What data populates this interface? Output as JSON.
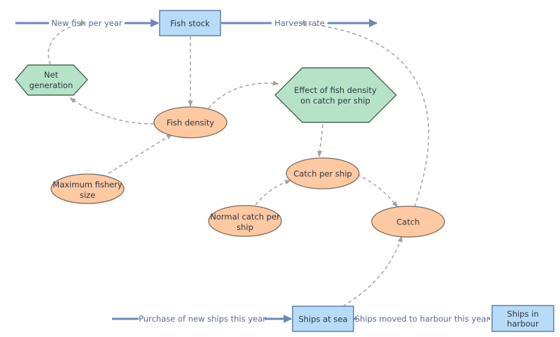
{
  "nodes": {
    "fish_stock": "Fish stock",
    "ships_at_sea": "Ships at sea",
    "ships_in_harbour": [
      "Ships in",
      "harbour"
    ],
    "net_generation": [
      "Net",
      "generation"
    ],
    "effect_density": [
      "Effect of fish density",
      "on catch per ship"
    ],
    "fish_density": "Fish density",
    "max_fishery_size": [
      "Maximum fishery",
      "size"
    ],
    "catch_per_ship": "Catch per ship",
    "normal_catch": [
      "Normal catch per",
      "ship"
    ],
    "catch": "Catch"
  },
  "flows": {
    "new_fish": "New fish per year",
    "harvest_rate": "Harvest rate",
    "purchase_ships": "Purchase of new ships this year",
    "ships_to_harbour": "Ships moved to harbour this year"
  },
  "colors": {
    "stock_fill": "#b8dcf7",
    "auxiliary_fill": "#fdc9a2",
    "converter_fill": "#b6e3c8",
    "flow_line": "#6c86b8",
    "link_line": "#a3a3a3"
  }
}
